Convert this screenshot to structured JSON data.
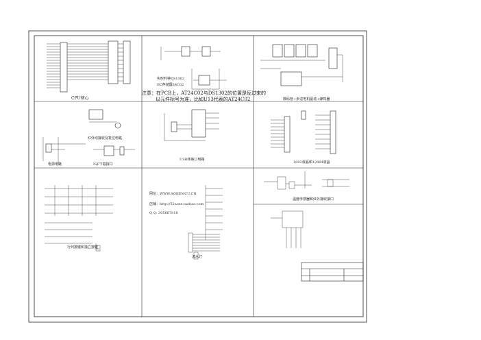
{
  "sheet": {
    "panels": {
      "cpu": "CPU核心",
      "rtc": "实时时钟DS1302",
      "eeprom": "IIC存储器24C02",
      "note_line1": "注意：在PCB上，AT24C02与DS1302的位置是反过来的",
      "note_line2": "以元件标号为准，比如U13代表的AT24C02",
      "display": "数码管+步进电机驱动+蜂鸣器",
      "power": "电源电路",
      "ir_reset": "红外线接收及复位电路",
      "isp": "ISP下载接口",
      "usb": "USB转串口电路",
      "lcd": "1602液晶和12864液晶",
      "keys": "行列按键和独立按键",
      "website": "网址：WWW.AOKEMCU.CN",
      "shop": "店铺：http://52aoze.taobao.com",
      "qq": "Q Q: 305667818",
      "leds": "流水灯",
      "sensor": "温度传感器和红外接收接口"
    }
  }
}
